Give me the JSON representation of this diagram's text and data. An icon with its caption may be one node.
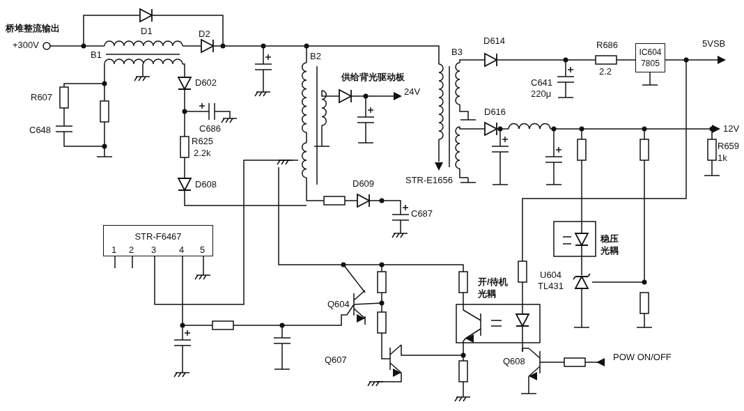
{
  "diagram": {
    "nodes": [
      {
        "text": [
          "STR-F6467"
        ]
      },
      {
        "text": [
          "IC604 7805"
        ]
      }
    ],
    "labels": [
      "桥堆整流输出",
      "+300V",
      "D1",
      "D2",
      "B1",
      "R607",
      "C648",
      "D602",
      "C686",
      "R625",
      "2.2k",
      "D608",
      "B2",
      "供给背光驱动板",
      "24V",
      "D609",
      "C687",
      "B3",
      "STR-E1656",
      "D614",
      "R686",
      "2.2",
      "C641",
      "220μ",
      "5VSB",
      "D616",
      "12V",
      "R659",
      "1k",
      "1",
      "2",
      "3",
      "4",
      "5",
      "稳压光耦",
      "U604",
      "TL431",
      "开/待机光耦",
      "Q604",
      "Q607",
      "Q608",
      "POW ON/OFF"
    ]
  }
}
